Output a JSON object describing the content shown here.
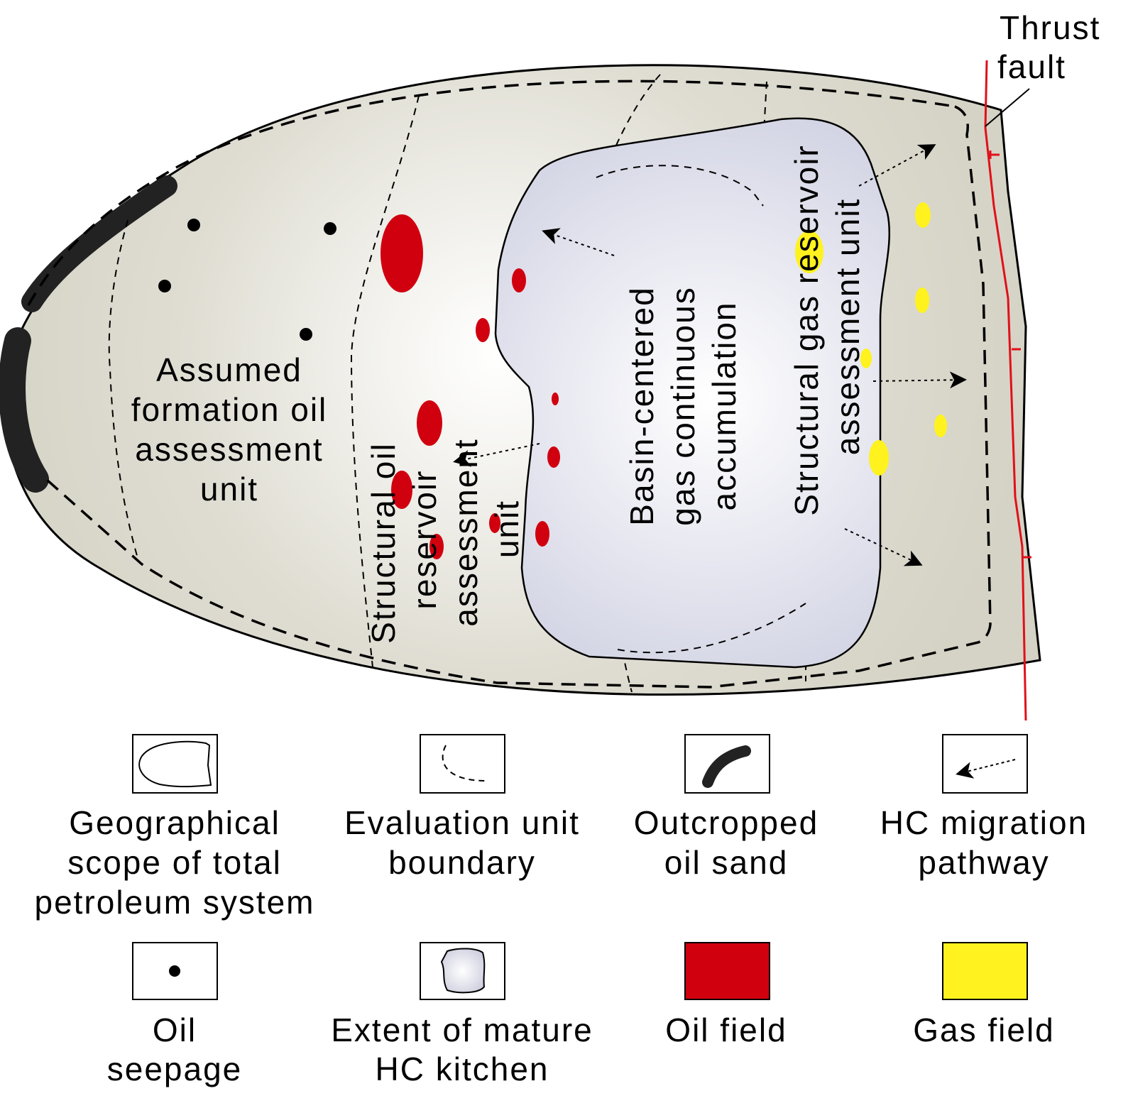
{
  "map": {
    "thrust_fault_label": [
      "Thrust",
      "fault"
    ],
    "formation_label": [
      "Assumed",
      "formation oil",
      "assessment",
      "unit"
    ],
    "structural_oil_label": [
      "Structural oil",
      "reservoir",
      "assessment",
      "unit"
    ],
    "basin_label": [
      "Basin-centered",
      "gas continuous",
      "accumulation"
    ],
    "structural_gas_label": [
      "Structural gas reservoir",
      "assessment unit"
    ],
    "colors": {
      "oil_field": "#d0000f",
      "gas_field": "#fff21f",
      "thrust_fault": "#e0101a",
      "outcrop": "#222222",
      "basin_fill": "#d8d6c9",
      "kitchen_fill": "#d6d7e6"
    }
  },
  "legend": [
    {
      "icon": "geographical-scope-icon",
      "lines": [
        "Geographical",
        "scope of total",
        "petroleum system"
      ]
    },
    {
      "icon": "evaluation-boundary-icon",
      "lines": [
        "Evaluation unit",
        "boundary"
      ]
    },
    {
      "icon": "outcrop-oil-sand-icon",
      "lines": [
        "Outcropped",
        "oil sand"
      ]
    },
    {
      "icon": "migration-arrow-icon",
      "lines": [
        "HC migration",
        "pathway"
      ]
    },
    {
      "icon": "oil-seepage-icon",
      "lines": [
        "Oil",
        "seepage"
      ]
    },
    {
      "icon": "kitchen-icon",
      "lines": [
        "Extent of mature",
        "HC kitchen"
      ]
    },
    {
      "icon": "oil-field-icon",
      "lines": [
        "Oil field"
      ]
    },
    {
      "icon": "gas-field-icon",
      "lines": [
        "Gas field"
      ]
    }
  ]
}
